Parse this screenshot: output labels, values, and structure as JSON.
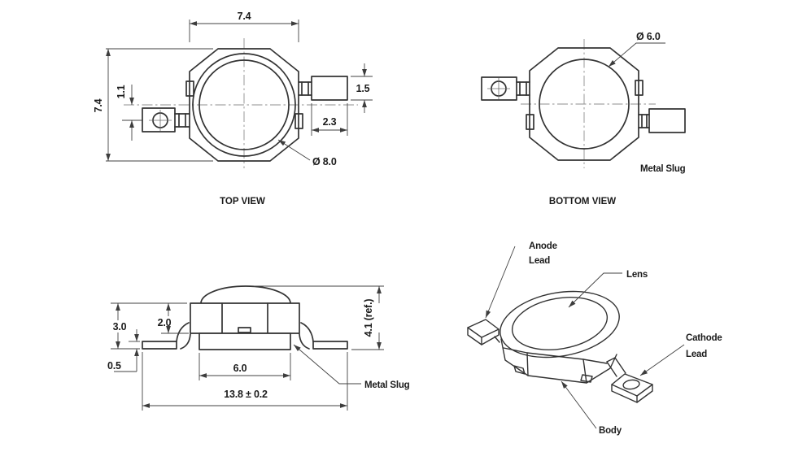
{
  "colors": {
    "line": "#333333",
    "dimension": "#424242",
    "centerline": "#8f8f8f",
    "text": "#1b1b1b",
    "background": "#ffffff"
  },
  "top_view": {
    "caption": "TOP VIEW",
    "dims": {
      "body_width": "7.4",
      "body_height": "7.4",
      "lead_offset": "1.1",
      "lead_height": "1.5",
      "lead_length": "2.3",
      "body_diameter": "Ø 8.0"
    }
  },
  "bottom_view": {
    "caption": "BOTTOM VIEW",
    "dims": {
      "slug_diameter": "Ø 6.0"
    },
    "labels": {
      "metal_slug": "Metal Slug"
    }
  },
  "side_view": {
    "dims": {
      "stand_height": "3.0",
      "body_height": "2.0",
      "lead_thickness": "0.5",
      "slug_width": "6.0",
      "total_width": "13.8 ± 0.2",
      "overall_height_ref": "4.1 (ref.)"
    },
    "labels": {
      "metal_slug": "Metal Slug"
    }
  },
  "iso_view": {
    "labels": {
      "anode_line1": "Anode",
      "anode_line2": "Lead",
      "lens": "Lens",
      "cathode_line1": "Cathode",
      "cathode_line2": "Lead",
      "body": "Body"
    }
  }
}
